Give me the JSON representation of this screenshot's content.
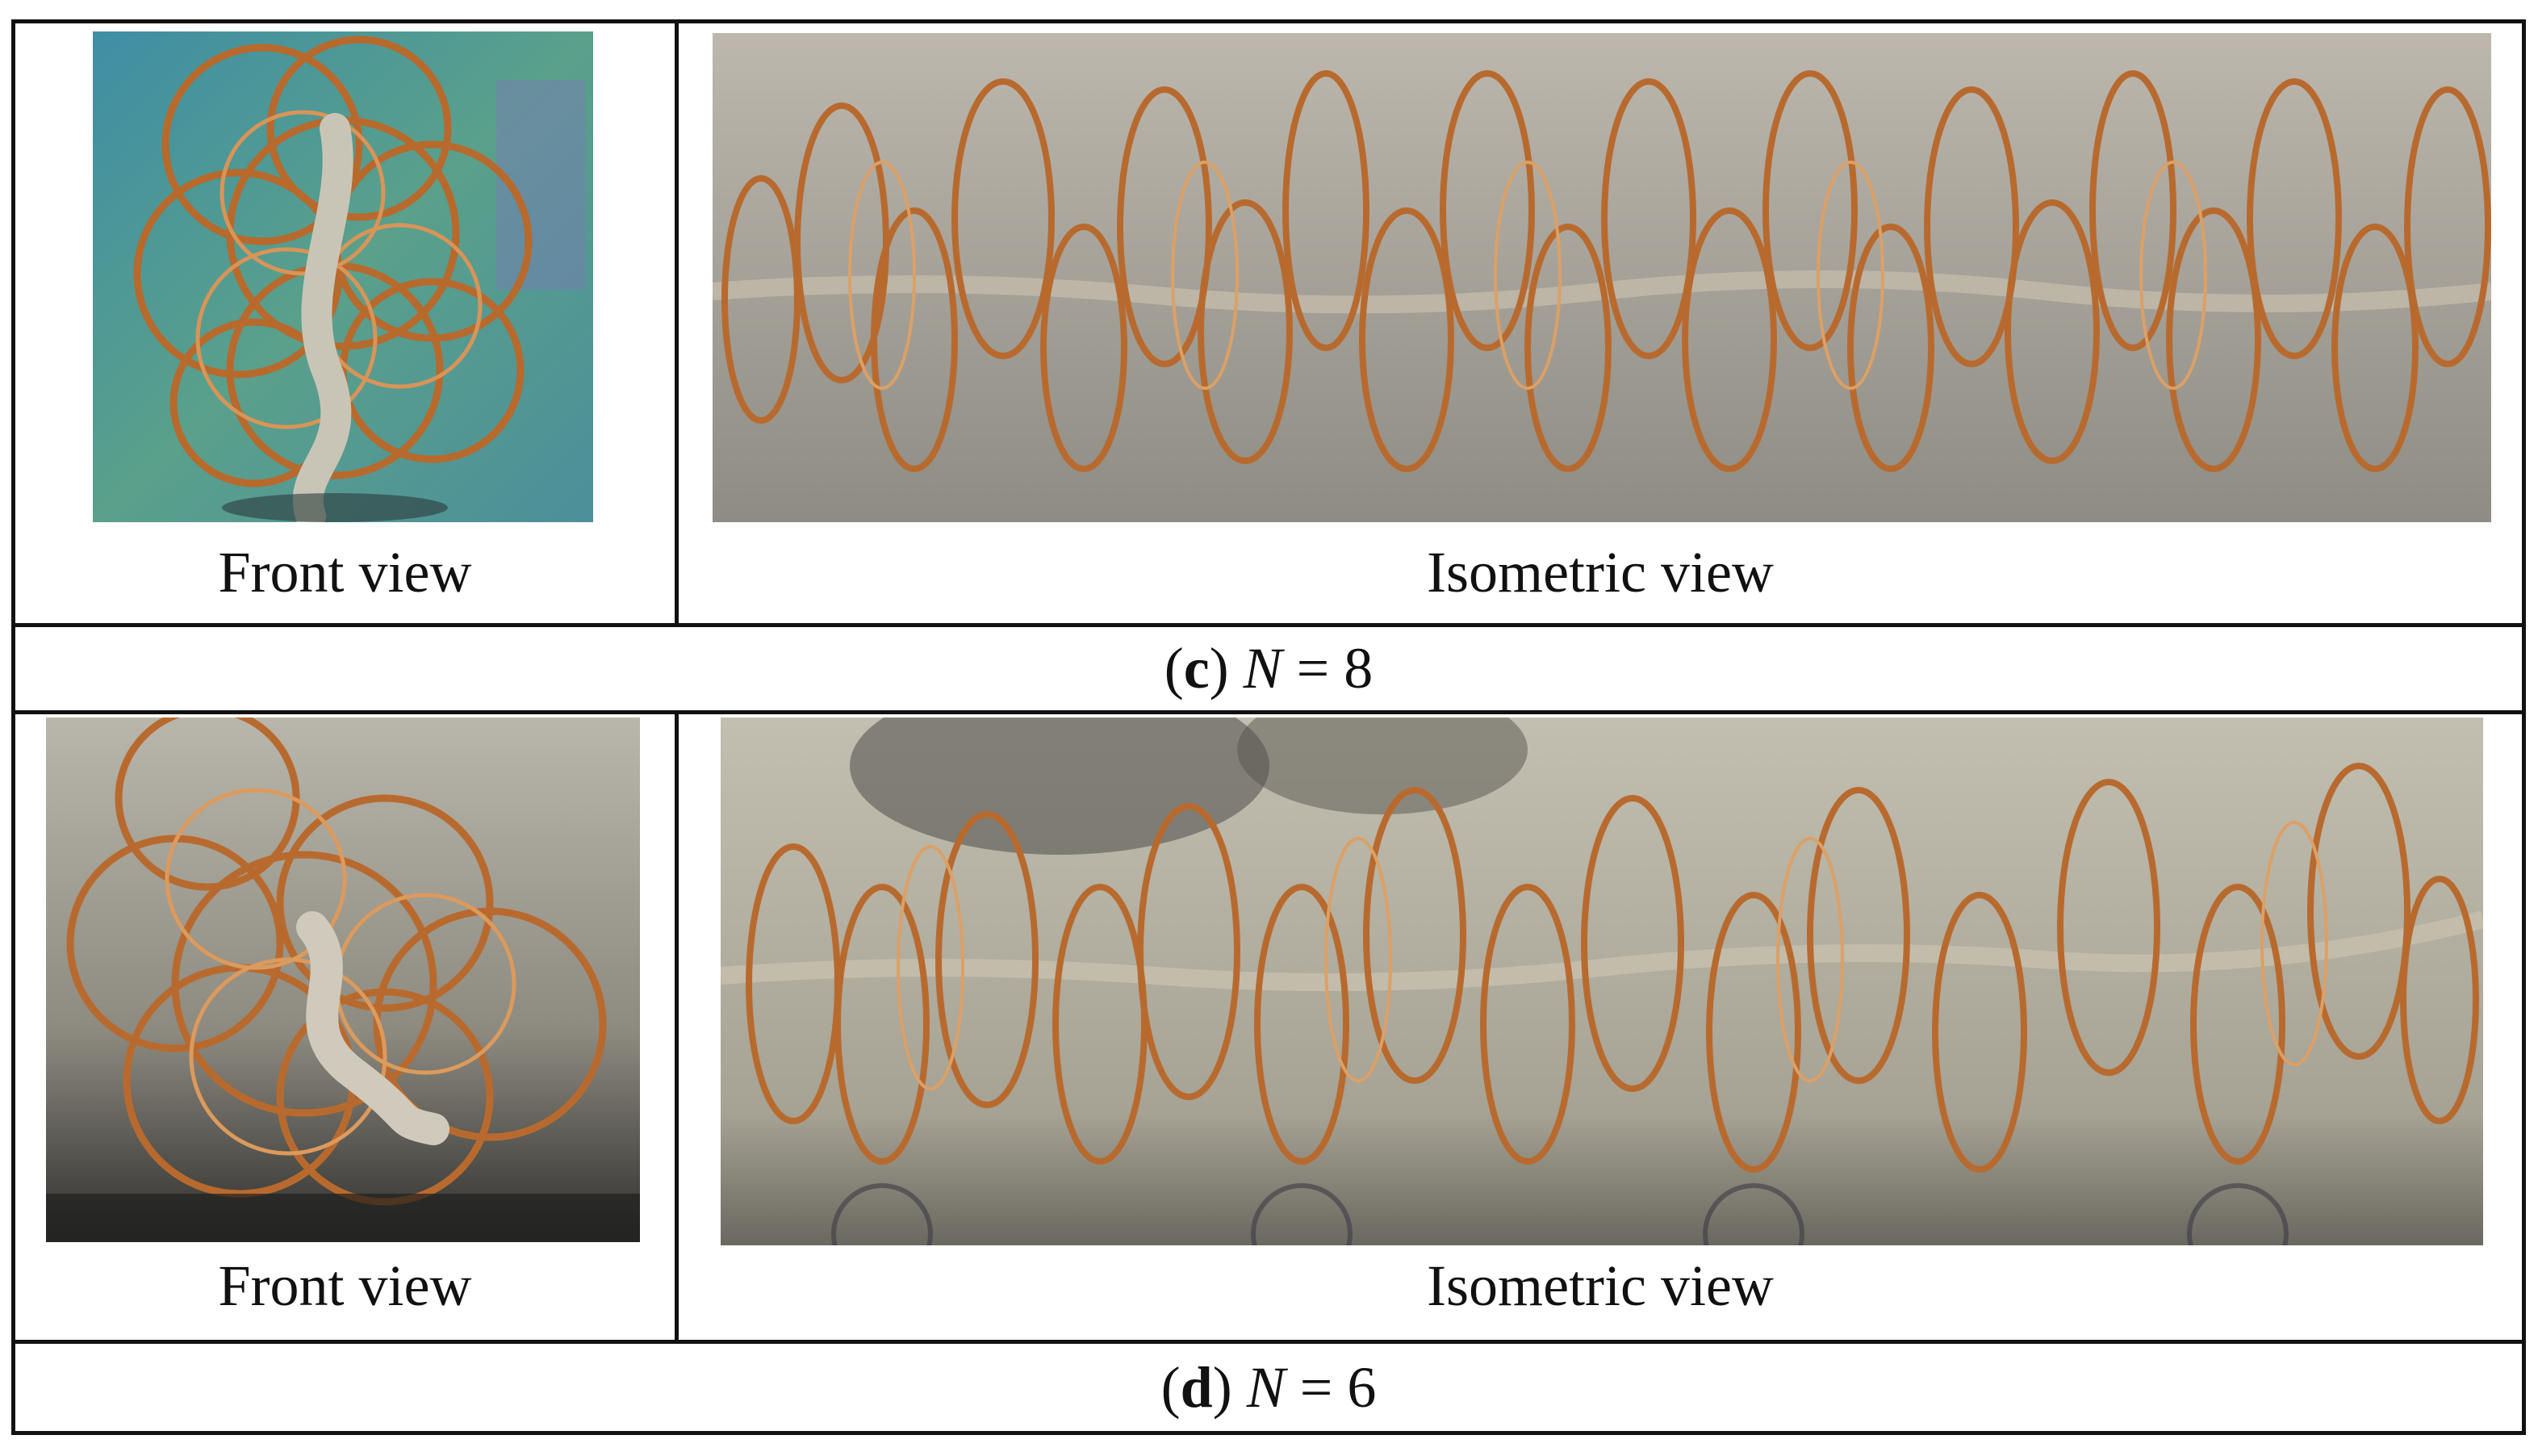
{
  "panels": [
    {
      "front_label": "Front view",
      "iso_label": "Isometric view",
      "caption": {
        "open": "(",
        "letter": "c",
        "close": ")",
        "variable": "N",
        "equals": " = ",
        "value": "8"
      },
      "front_background": "#4f9a8c",
      "iso_background": "#a8a39a"
    },
    {
      "front_label": "Front view",
      "iso_label": "Isometric view",
      "caption": {
        "open": "(",
        "letter": "d",
        "close": ")",
        "variable": "N",
        "equals": " = ",
        "value": "6"
      },
      "front_background": "#6d6a5f",
      "iso_background": "#b6b2a5"
    }
  ],
  "colors": {
    "copper": "#b86a2e",
    "copper_light": "#dc9a5c",
    "core_wire": "#b9b3a6"
  }
}
